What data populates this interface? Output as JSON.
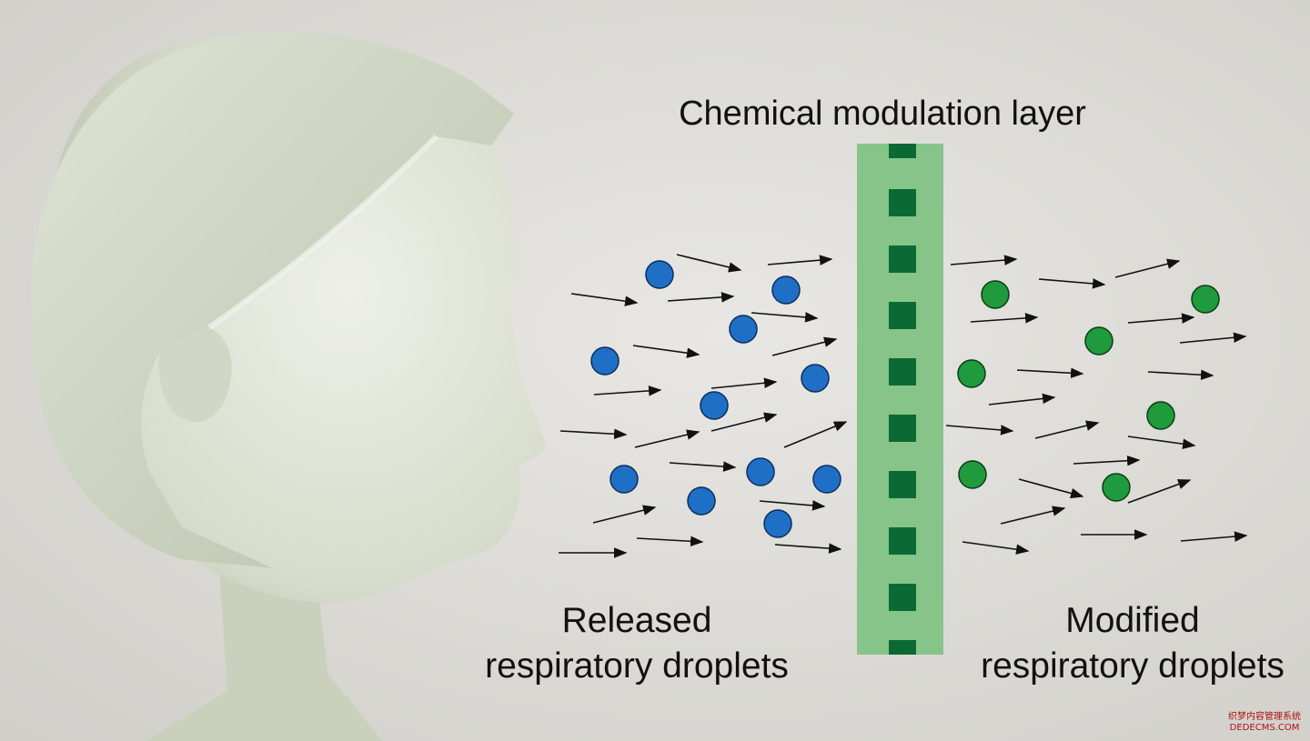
{
  "diagram": {
    "title": "Chemical modulation layer",
    "left_label_line1": "Released",
    "left_label_line2": "respiratory droplets",
    "right_label_line1": "Modified",
    "right_label_line2": "respiratory droplets"
  },
  "colors": {
    "background": "#dcdbd6",
    "head": "#e2e6da",
    "layer": "#86c48a",
    "layer_pores": "#0b6a33",
    "released_droplet": "#1f6fc6",
    "modified_droplet": "#1f9a3d",
    "arrow": "#111111"
  },
  "watermark": {
    "line1": "织梦内容管理系统",
    "line2": "DEDECMS.COM"
  }
}
